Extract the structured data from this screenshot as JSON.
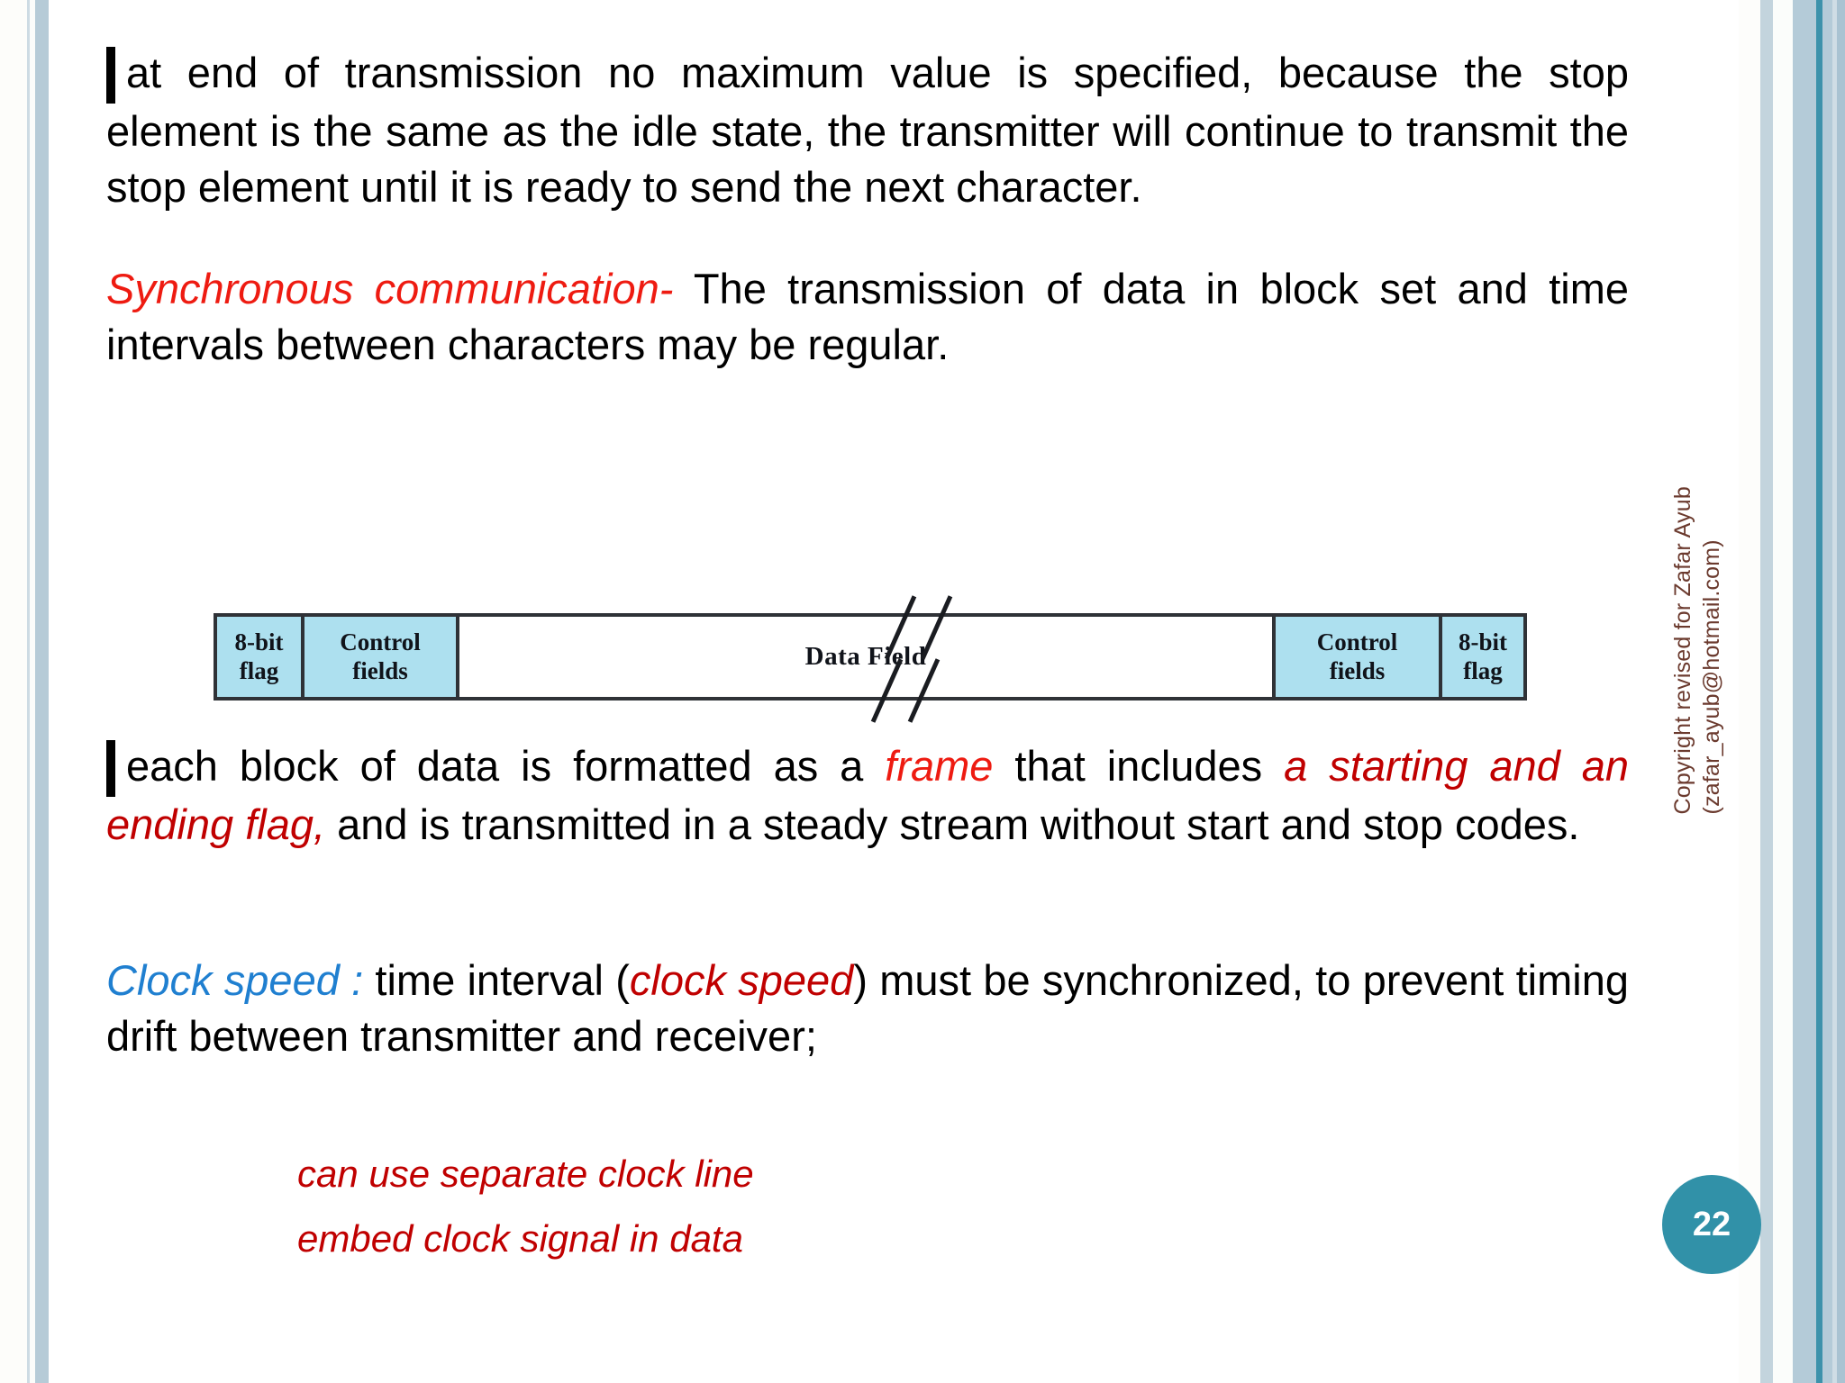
{
  "slide": {
    "page_number": "22",
    "accent_color": "#3191a8",
    "red_color": "#ee1b11",
    "dark_red_color": "#c00000",
    "blue_color": "#1f7fd0",
    "stripe_color": "#b4cbd8",
    "copyright": "Copyright revised for Zafar Ayub\n(zafar_ayub@hotmail.com)"
  },
  "content": {
    "bullet_1": {
      "marker": "❑",
      "text": "at end of transmission no maximum value is specified, because the stop element is the same as the idle state, the transmitter will continue to transmit the stop element until it is ready to send the next character."
    },
    "paragraph_2": {
      "term": "Synchronous communication-",
      "rest": " The transmission of data in block set and time intervals between characters may be regular."
    },
    "bullet_2": {
      "marker": "❑",
      "part_1": "each block of data is formatted as a ",
      "emph_1": "frame",
      "part_2": " that includes ",
      "emph_2": "a starting and an ending flag,",
      "part_3": " and is transmitted in a steady stream without start and stop codes."
    },
    "paragraph_4": {
      "term": "Clock speed  :",
      "part_1": " time interval (",
      "emph_1": "clock speed",
      "part_2": ") must be synchronized, to prevent timing drift between transmitter and receiver;"
    },
    "sub_bullets": [
      "can use separate clock line",
      "embed clock signal in data"
    ]
  },
  "diagram": {
    "name": "synchronous-frame-format",
    "cells": [
      {
        "id": "flag-left",
        "label": "8-bit\nflag",
        "fill": "#ade0ef"
      },
      {
        "id": "control-left",
        "label": "Control\nfields",
        "fill": "#ade0ef"
      },
      {
        "id": "data-field",
        "label": "Data Field",
        "fill": "#ffffff"
      },
      {
        "id": "control-right",
        "label": "Control\nfields",
        "fill": "#ade0ef"
      },
      {
        "id": "flag-right",
        "label": "8-bit\nflag",
        "fill": "#ade0ef"
      }
    ]
  }
}
